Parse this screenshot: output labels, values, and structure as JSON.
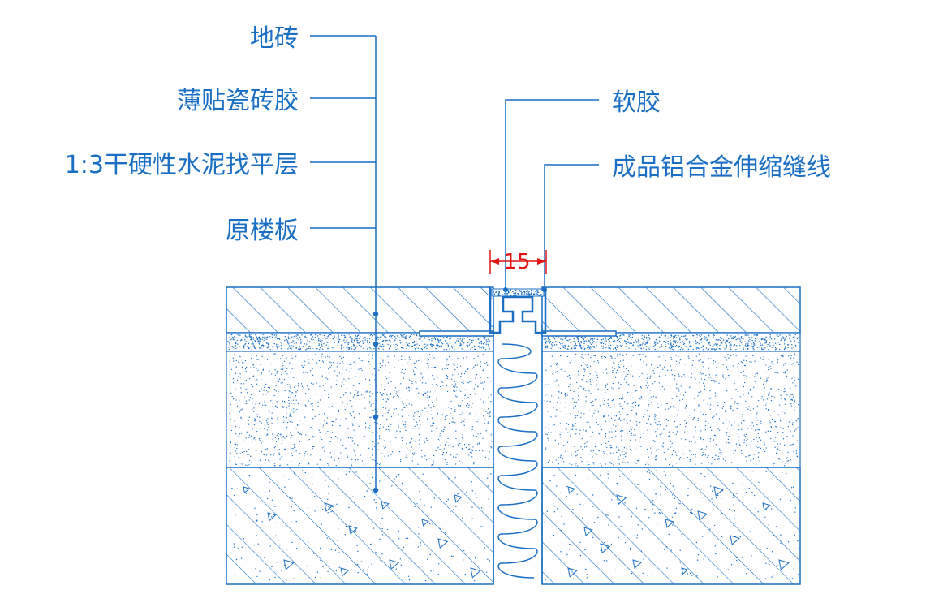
{
  "labels": {
    "tile": "地砖",
    "adhesive": "薄贴瓷砖胶",
    "screed": "1:3干硬性水泥找平层",
    "slab": "原楼板",
    "sealant": "软胶",
    "joint": "成品铝合金伸缩缝线"
  },
  "dimension": {
    "width": "15"
  },
  "colors": {
    "line": "#1a6fc4",
    "dimension": "#e01414",
    "background": "#ffffff"
  }
}
